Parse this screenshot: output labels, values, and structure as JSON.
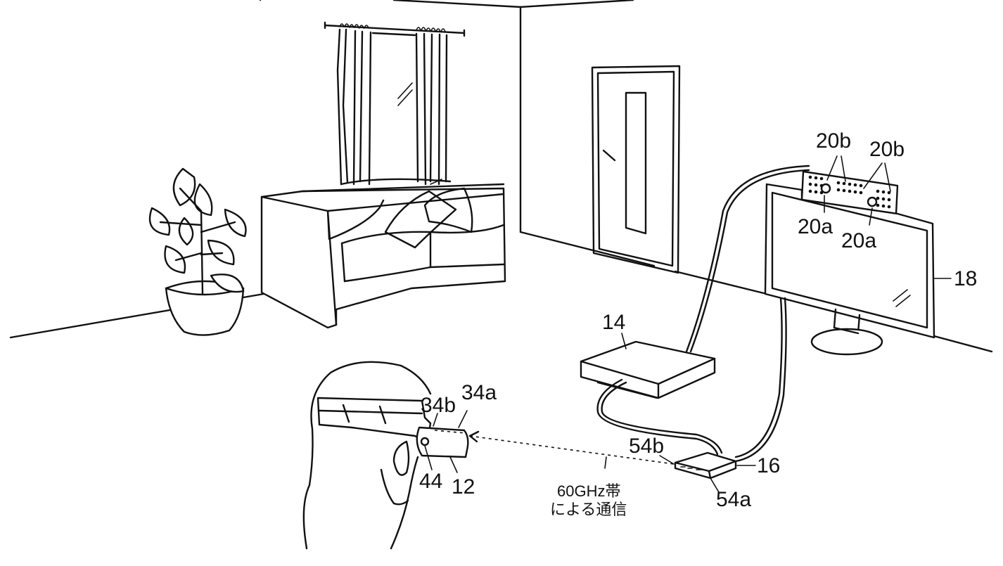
{
  "labels": {
    "hmd": "12",
    "console": "14",
    "relay": "16",
    "display": "18",
    "camera_lens_left": "20a",
    "camera_lens_right": "20a",
    "camera_mic_left": "20b",
    "camera_mic_right": "20b",
    "hmd_front": "34a",
    "hmd_antenna": "34b",
    "hmd_light": "44",
    "relay_front": "54a",
    "relay_antenna": "54b"
  },
  "communication_note": {
    "line1": "60GHz帯",
    "line2": "による通信"
  }
}
